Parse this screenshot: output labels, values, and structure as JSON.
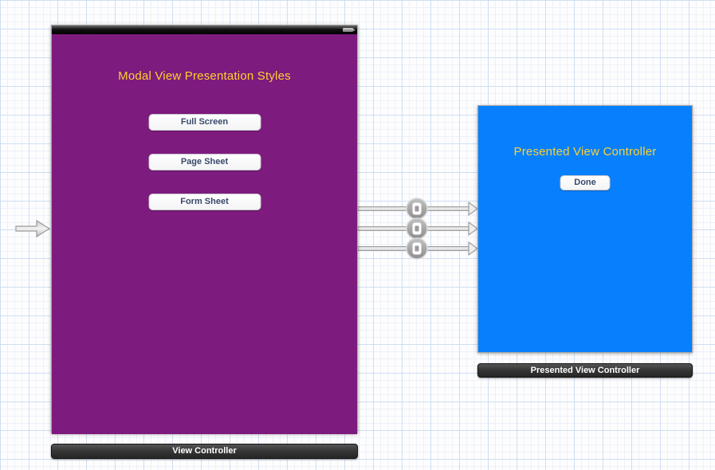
{
  "scene": {
    "vc1": {
      "title": "Modal View Presentation Styles",
      "buttons": [
        "Full Screen",
        "Page Sheet",
        "Form Sheet"
      ],
      "dock_label": "View Controller",
      "status_bar": {
        "icon": "battery-icon"
      },
      "colors": {
        "background": "#7e1b7f",
        "title_text": "#fdd12e",
        "button_text": "#38496b",
        "button_background": "#ffffff"
      }
    },
    "vc2": {
      "title": "Presented View Controller",
      "buttons": [
        "Done"
      ],
      "dock_label": "Presented View Controller",
      "colors": {
        "background": "#0880fd",
        "title_text": "#fdd12e",
        "button_text": "#38496b",
        "button_background": "#ffffff"
      }
    },
    "segues": {
      "type": "modal",
      "count": 3,
      "badge_icon": "modal-segue-icon"
    },
    "entry_point": {
      "icon": "initial-view-controller-arrow-icon"
    },
    "canvas": {
      "grid_major_color": "#cfdef2",
      "grid_minor_color": "#edf1f8"
    }
  }
}
